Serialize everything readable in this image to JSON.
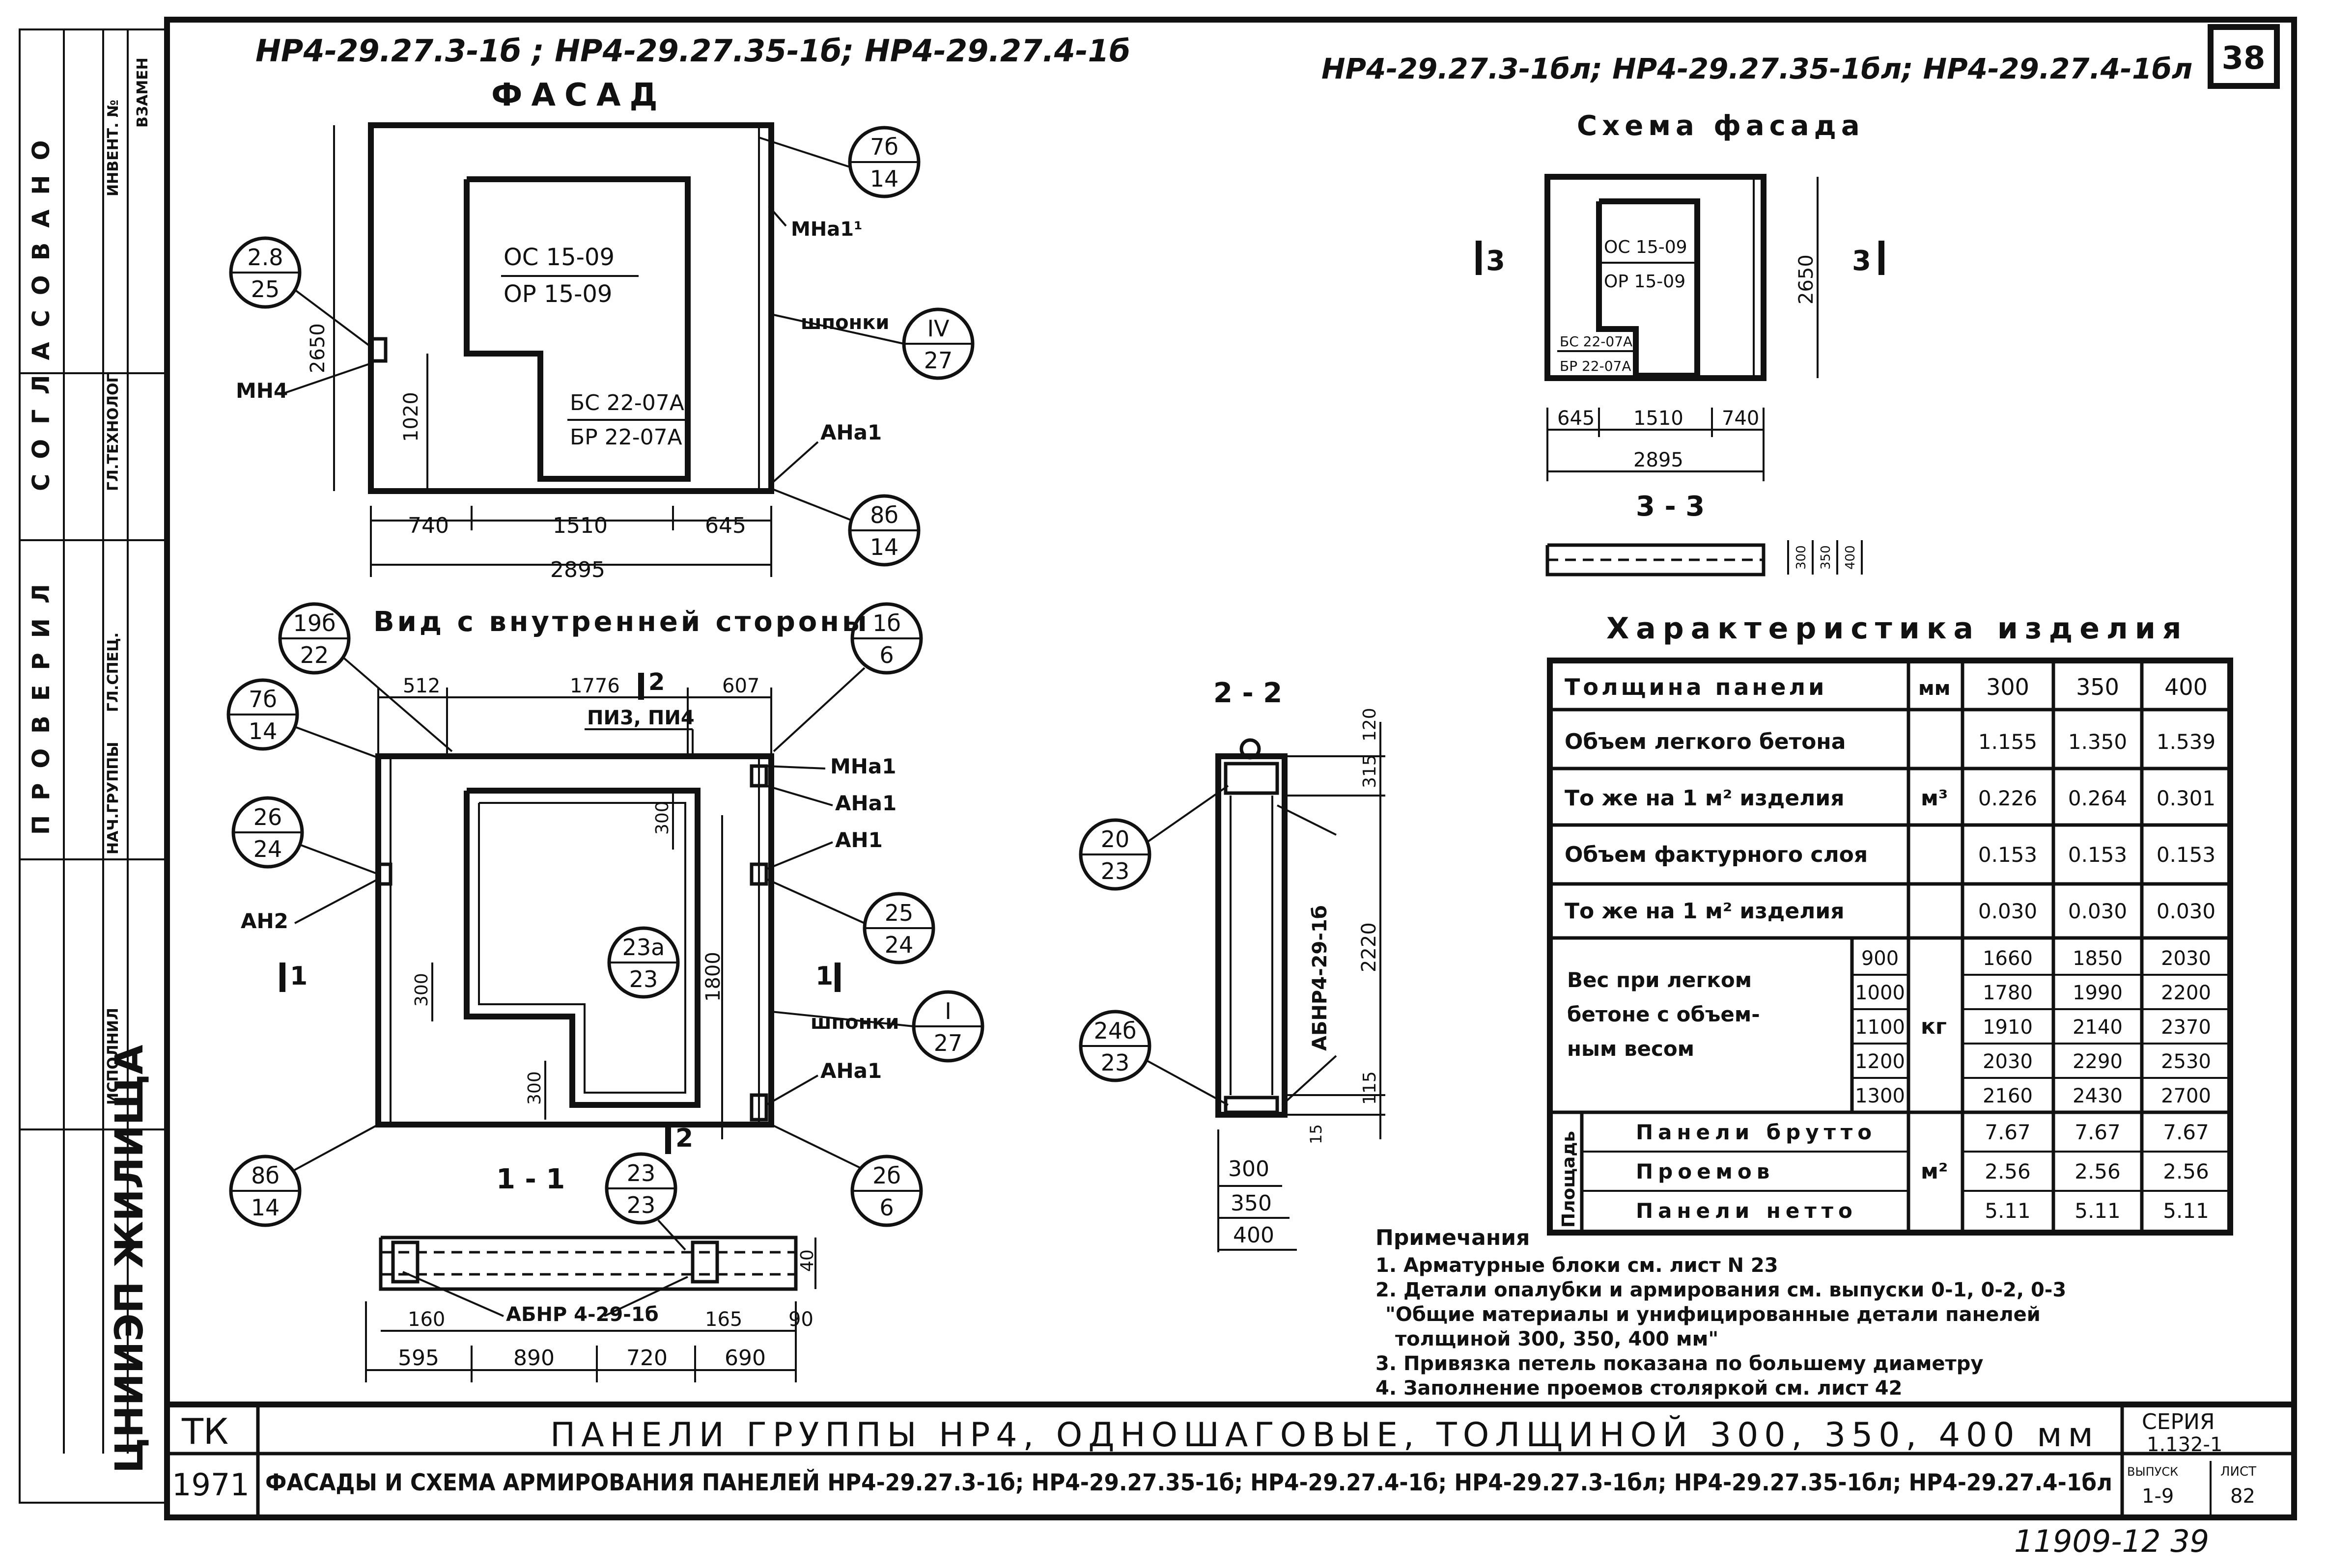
{
  "page_number": "38",
  "bottom_number": "11909-12 39",
  "left_stamp": {
    "org": "ЦНИИЭП ЖИЛИЩА",
    "approval": "СОГЛАСОВАНО",
    "check": "ПРОВЕРИЛ",
    "roles": [
      "НАЧ.ГРУППЫ",
      "ГЛ.СПЕЦ.",
      "ИСПОЛНИЛ",
      "ГЛ.ТЕХНОЛОГ",
      "ИНВЕНТ. №",
      "ВЗАМЕН"
    ]
  },
  "left_sheet": {
    "title": "НР4-29.27.3-1б ; НР4-29.27.35-1б; НР4-29.27.4-1б",
    "facade_title": "ФАСАД",
    "window_code_1": "ОС 15-09",
    "window_code_2": "ОР 15-09",
    "door_code_1": "БС 22-07А",
    "door_code_2": "БР 22-07А",
    "height_dim": "2650",
    "sill_dim": "1020",
    "bottom_dims": [
      "740",
      "1510",
      "645"
    ],
    "total_dim": "2895",
    "labels": {
      "mna1_top": "МНа1¹",
      "shponki": "шпонки",
      "mn4": "МН4",
      "ana1": "АНа1"
    },
    "callouts": [
      {
        "top": "7б",
        "bottom": "14"
      },
      {
        "top": "2.8",
        "bottom": "25"
      },
      {
        "top": "IV",
        "bottom": "27"
      },
      {
        "top": "8б",
        "bottom": "14"
      }
    ]
  },
  "inner_view": {
    "title": "Вид с внутренней стороны",
    "top_dims": [
      "512",
      "1776",
      "607"
    ],
    "cut_mark_top": "2",
    "pi_label": "ПИ3, ПИ4",
    "dims": {
      "d300a": "300",
      "d300b": "300",
      "d300c": "300",
      "d1800": "1800"
    },
    "labels": {
      "mna1": "МНа1",
      "ana1_a": "АНа1",
      "an1": "АН1",
      "an2": "АН2",
      "shponki": "шпонки",
      "ana1_b": "АНа1"
    },
    "cut_1_left": "1",
    "cut_1_right": "1",
    "cut_2_bottom": "2",
    "callouts": [
      {
        "top": "19б",
        "bottom": "22"
      },
      {
        "top": "1б",
        "bottom": "6"
      },
      {
        "top": "7б",
        "bottom": "14"
      },
      {
        "top": "26",
        "bottom": "24"
      },
      {
        "top": "25",
        "bottom": "24"
      },
      {
        "top": "23а",
        "bottom": "23"
      },
      {
        "top": "I",
        "bottom": "27"
      },
      {
        "top": "8б",
        "bottom": "14"
      },
      {
        "top": "2б",
        "bottom": "6"
      }
    ]
  },
  "section_1_1": {
    "title": "1 - 1",
    "callout": {
      "top": "23",
      "bottom": "23"
    },
    "label": "АБНР 4-29-1б",
    "dims_small": [
      "160",
      "165",
      "90"
    ],
    "dim_40": "40",
    "dims_bottom": [
      "595",
      "890",
      "720",
      "690"
    ]
  },
  "section_2_2": {
    "title": "2 - 2",
    "dims_right": [
      "120",
      "315",
      "2220",
      "115",
      "15"
    ],
    "rebar_label": "АБНР4-29-1б",
    "thicknesses": [
      "300",
      "350",
      "400"
    ],
    "callouts": [
      {
        "top": "20",
        "bottom": "23"
      },
      {
        "top": "24б",
        "bottom": "23"
      }
    ]
  },
  "right_sheet": {
    "title": "НР4-29.27.3-1бл; НР4-29.27.35-1бл; НР4-29.27.4-1бл",
    "scheme_title": "Схема фасада",
    "window_code_1": "ОС 15-09",
    "window_code_2": "ОР 15-09",
    "door_code_1": "БС 22-07А",
    "door_code_2": "БР 22-07А",
    "height_dim": "2650",
    "dims": [
      "645",
      "1510",
      "740"
    ],
    "total_dim": "2895",
    "cut_left": "3",
    "cut_right": "3",
    "section_title": "3 - 3",
    "section_dims": [
      "300",
      "350",
      "400"
    ]
  },
  "characteristics": {
    "title": "Характеристика изделия",
    "col_headers": [
      "Толщина панели",
      "мм",
      "300",
      "350",
      "400"
    ],
    "rows": [
      {
        "label": "Объем легкого бетона",
        "unit": "м³",
        "values": [
          "1.155",
          "1.350",
          "1.539"
        ]
      },
      {
        "label": "То же на 1 м² изделия",
        "unit": "",
        "values": [
          "0.226",
          "0.264",
          "0.301"
        ]
      },
      {
        "label": "Объем фактурного слоя",
        "unit": "",
        "values": [
          "0.153",
          "0.153",
          "0.153"
        ]
      },
      {
        "label": "То же на 1 м² изделия",
        "unit": "",
        "values": [
          "0.030",
          "0.030",
          "0.030"
        ]
      }
    ],
    "weight_label": [
      "Вес при легком",
      "бетоне с объем-",
      "ным весом"
    ],
    "weight_unit": "кг",
    "weights": [
      {
        "density": "900",
        "values": [
          "1660",
          "1850",
          "2030"
        ]
      },
      {
        "density": "1000",
        "values": [
          "1780",
          "1990",
          "2200"
        ]
      },
      {
        "density": "1100",
        "values": [
          "1910",
          "2140",
          "2370"
        ]
      },
      {
        "density": "1200",
        "values": [
          "2030",
          "2290",
          "2530"
        ]
      },
      {
        "density": "1300",
        "values": [
          "2160",
          "2430",
          "2700"
        ]
      }
    ],
    "area_label": "Площадь",
    "area_unit": "м²",
    "areas": [
      {
        "label": "Панели брутто",
        "values": [
          "7.67",
          "7.67",
          "7.67"
        ]
      },
      {
        "label": "Проемов",
        "values": [
          "2.56",
          "2.56",
          "2.56"
        ]
      },
      {
        "label": "Панели нетто",
        "values": [
          "5.11",
          "5.11",
          "5.11"
        ]
      }
    ]
  },
  "notes": {
    "title": "Примечания",
    "lines": [
      "1. Арматурные блоки см. лист N 23",
      "2. Детали опалубки и армирования см. выпуски 0-1, 0-2, 0-3",
      "\"Общие материалы и унифицированные детали панелей",
      "толщиной 300, 350, 400 мм\"",
      "3. Привязка петель показана по большему диаметру",
      "4. Заполнение проемов столяркой см. лист 42"
    ]
  },
  "title_block": {
    "tk": "ТК",
    "year": "1971",
    "main_title": "ПАНЕЛИ ГРУППЫ НР4, ОДНОШАГОВЫЕ, ТОЛЩИНОЙ 300, 350, 400 мм",
    "sub_title": "ФАСАДЫ И СХЕМА АРМИРОВАНИЯ ПАНЕЛЕЙ НР4-29.27.3-1б; НР4-29.27.35-1б; НР4-29.27.4-1б; НР4-29.27.3-1бл; НР4-29.27.35-1бл; НР4-29.27.4-1бл",
    "series_label": "СЕРИЯ",
    "series_value": "1.132-1",
    "issue_label": "ВЫПУСК",
    "issue_value": "1-9",
    "sheet_label": "ЛИСТ",
    "sheet_value": "82"
  }
}
